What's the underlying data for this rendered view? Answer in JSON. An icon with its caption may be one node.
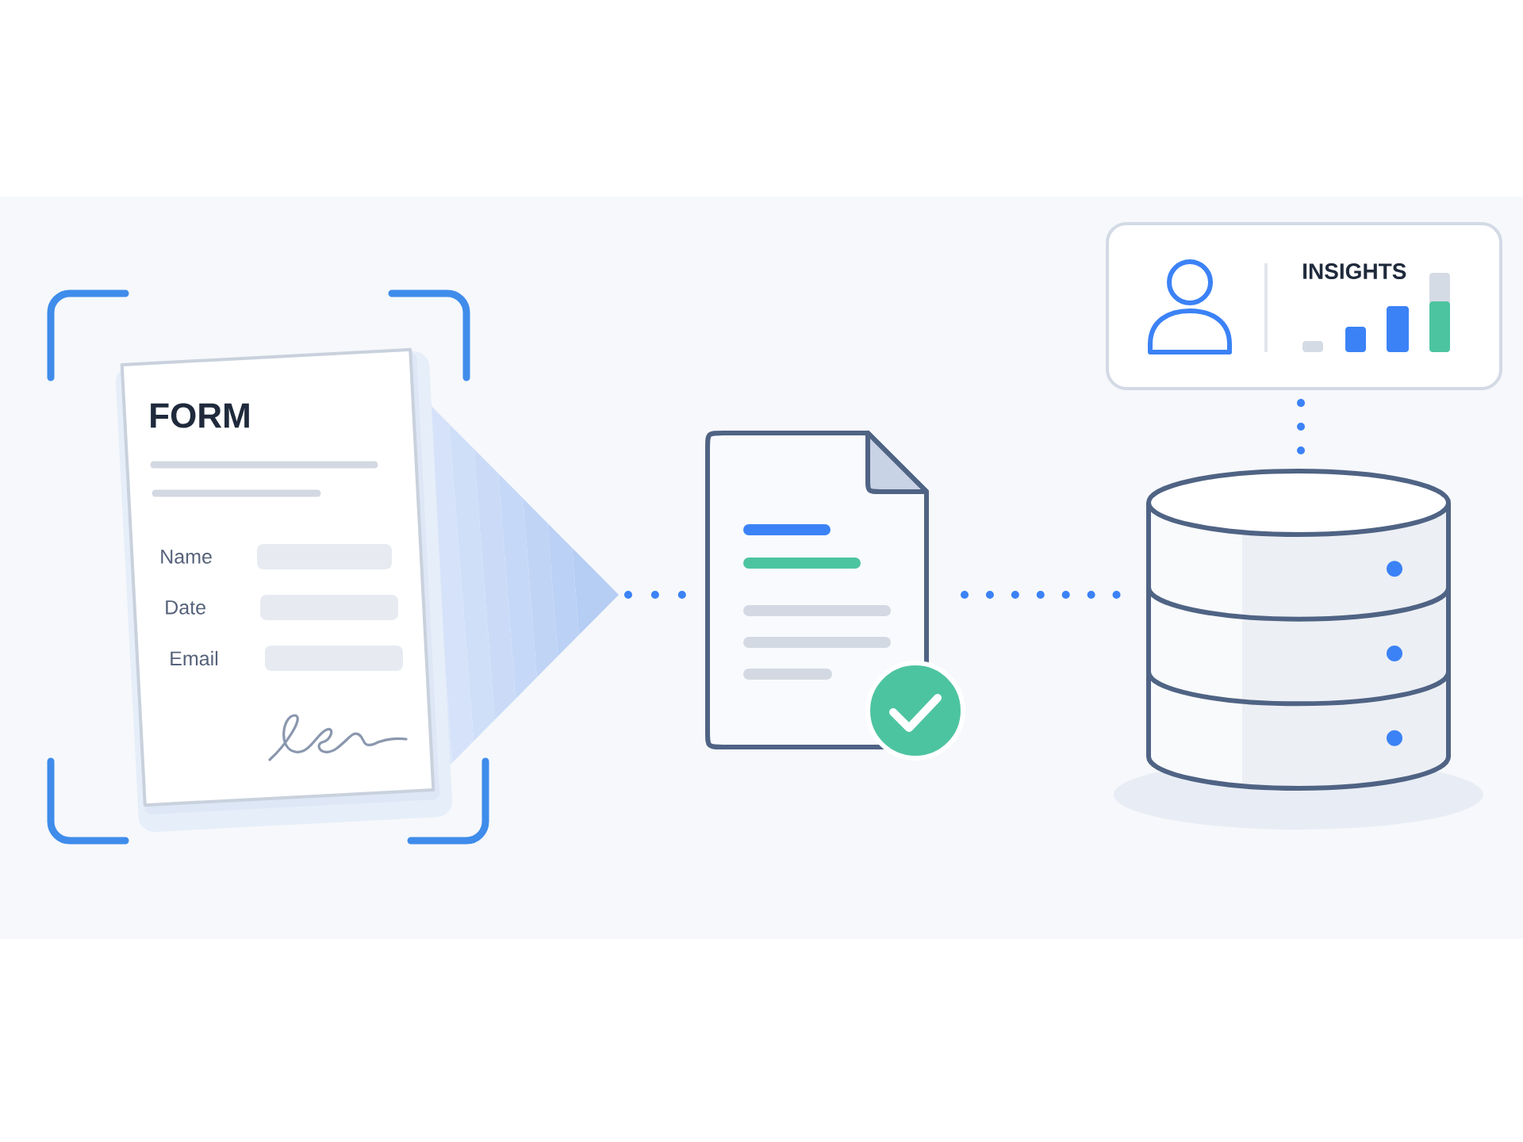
{
  "diagram": {
    "nodes": [
      {
        "text": [
          "FORM",
          "Name",
          "Date",
          "Email"
        ]
      },
      {
        "text": [],
        "shape": "document"
      },
      {
        "text": [],
        "shape": "cylinder"
      },
      {
        "text": [
          "INSIGHTS"
        ]
      }
    ],
    "edges": [
      {
        "from": 0,
        "to": 1,
        "arrow": "none"
      },
      {
        "from": 1,
        "to": 2,
        "arrow": "none"
      },
      {
        "from": 2,
        "to": 3,
        "arrow": "none"
      }
    ]
  }
}
